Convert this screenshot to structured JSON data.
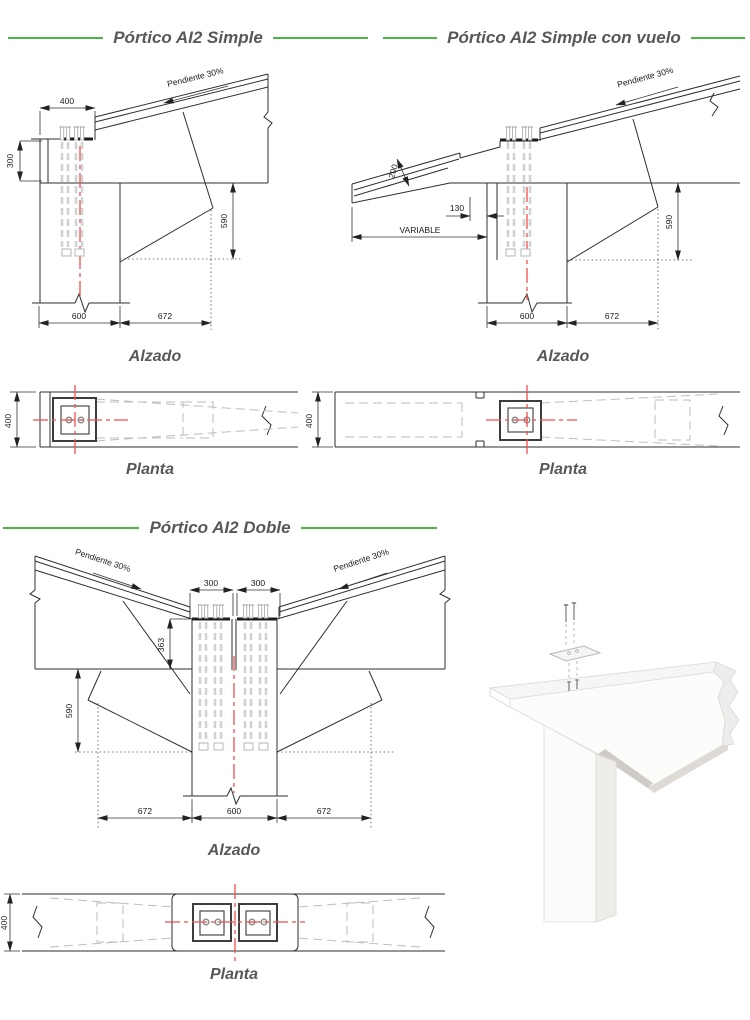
{
  "colors": {
    "accent_green": "#4cb748",
    "title_gray": "#57585a",
    "line_dark": "#2e2e2e",
    "centerline_red": "#f04f4f"
  },
  "sections": {
    "simple": {
      "title": "Pórtico AI2 Simple",
      "slope_label": "Pendiente 30%",
      "elevation_caption": "Alzado",
      "plan_caption": "Planta",
      "dims": {
        "top_width": "400",
        "block_height": "300",
        "haunch_depth": "590",
        "column_width": "600",
        "haunch_length": "672",
        "plan_depth": "400"
      }
    },
    "vuelo": {
      "title": "Pórtico AI2 Simple con vuelo",
      "slope_label": "Pendiente 30%",
      "elevation_caption": "Alzado",
      "plan_caption": "Planta",
      "dims": {
        "cantilever_depth": "200",
        "edge_offset": "130",
        "cantilever_length": "VARIABLE",
        "haunch_depth": "590",
        "column_width": "600",
        "haunch_length": "672",
        "plan_depth": "400"
      }
    },
    "doble": {
      "title": "Pórtico AI2 Doble",
      "slope_label_left": "Pendiente 30%",
      "slope_label_right": "Pendiente 30%",
      "elevation_caption": "Alzado",
      "plan_caption": "Planta",
      "dims": {
        "plate_half_left": "300",
        "plate_half_right": "300",
        "block_height": "363",
        "haunch_depth": "590",
        "haunch_length_left": "672",
        "column_width": "600",
        "haunch_length_right": "672",
        "plan_depth": "400"
      }
    }
  }
}
